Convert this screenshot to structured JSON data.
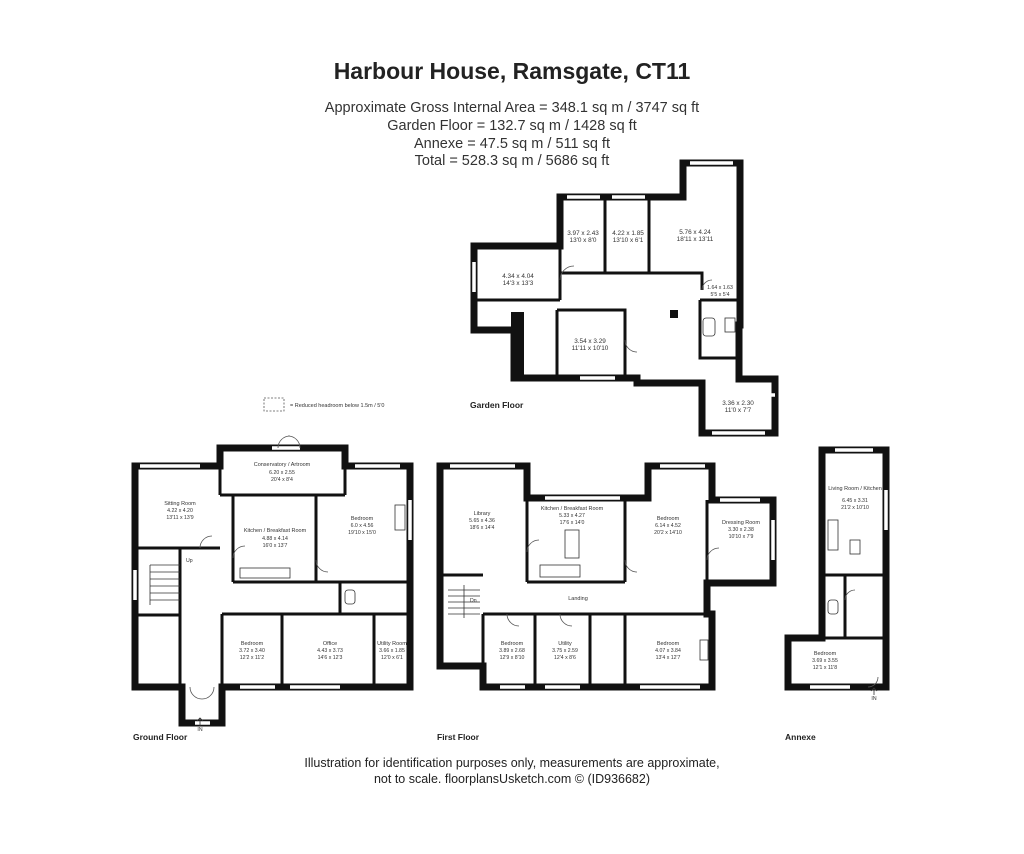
{
  "header": {
    "title": "Harbour House, Ramsgate, CT11",
    "area_lines": [
      "Approximate Gross Internal Area = 348.1 sq m / 3747 sq ft",
      "Garden Floor = 132.7 sq m / 1428 sq ft",
      "Annexe = 47.5 sq m / 511 sq ft",
      "Total = 528.3 sq m / 5686 sq ft"
    ]
  },
  "legend": {
    "reduced_headroom": "= Reduced headroom below 1.5m / 5'0"
  },
  "floors": {
    "garden": {
      "label": "Garden Floor",
      "rooms": [
        {
          "dim_m": "3.97 x 2.43",
          "dim_ft": "13'0 x 8'0"
        },
        {
          "dim_m": "4.22 x 1.85",
          "dim_ft": "13'10 x 6'1"
        },
        {
          "dim_m": "5.76 x 4.24",
          "dim_ft": "18'11 x 13'11"
        },
        {
          "dim_m": "4.34 x 4.04",
          "dim_ft": "14'3 x 13'3"
        },
        {
          "dim_m": "1.64 x 1.63",
          "dim_ft": "5'5 x 5'4"
        },
        {
          "dim_m": "3.54 x 3.29",
          "dim_ft": "11'11 x 10'10"
        },
        {
          "dim_m": "3.36 x 2.30",
          "dim_ft": "11'0 x 7'7"
        }
      ]
    },
    "ground": {
      "label": "Ground Floor",
      "entrance": "IN",
      "up": "Up",
      "rooms": [
        {
          "name": "Conservatory / Artroom",
          "dim_m": "6.20 x 2.55",
          "dim_ft": "20'4 x 8'4"
        },
        {
          "name": "Sitting Room",
          "dim_m": "4.22 x 4.20",
          "dim_ft": "13'11 x 13'9"
        },
        {
          "name": "Kitchen / Breakfast Room",
          "dim_m": "4.88 x 4.14",
          "dim_ft": "16'0 x 13'7"
        },
        {
          "name": "Bedroom",
          "dim_m": "6.0 x 4.56",
          "dim_ft": "19'10 x 15'0"
        },
        {
          "name": "Bedroom",
          "dim_m": "3.72 x 3.40",
          "dim_ft": "12'2 x 11'2"
        },
        {
          "name": "Office",
          "dim_m": "4.43 x 3.73",
          "dim_ft": "14'6 x 12'3"
        },
        {
          "name": "Utility Room",
          "dim_m": "3.66 x 1.85",
          "dim_ft": "12'0 x 6'1"
        }
      ]
    },
    "first": {
      "label": "First Floor",
      "landing": "Landing",
      "dn": "Dn",
      "rooms": [
        {
          "name": "Library",
          "dim_m": "5.65 x 4.36",
          "dim_ft": "18'6 x 14'4"
        },
        {
          "name": "Kitchen / Breakfast Room",
          "dim_m": "5.33 x 4.27",
          "dim_ft": "17'6 x 14'0"
        },
        {
          "name": "Bedroom",
          "dim_m": "6.14 x 4.52",
          "dim_ft": "20'2 x 14'10"
        },
        {
          "name": "Dressing Room",
          "dim_m": "3.30 x 2.38",
          "dim_ft": "10'10 x 7'9"
        },
        {
          "name": "Bedroom",
          "dim_m": "3.89 x 2.68",
          "dim_ft": "12'9 x 8'10"
        },
        {
          "name": "Utility",
          "dim_m": "3.75 x 2.59",
          "dim_ft": "12'4 x 8'6"
        },
        {
          "name": "Bedroom",
          "dim_m": "4.07 x 3.84",
          "dim_ft": "13'4 x 12'7"
        }
      ]
    },
    "annexe": {
      "label": "Annexe",
      "entrance": "IN",
      "rooms": [
        {
          "name": "Living Room / Kitchen",
          "dim_m": "6.45 x 3.31",
          "dim_ft": "21'2 x 10'10"
        },
        {
          "name": "Bedroom",
          "dim_m": "3.69 x 3.55",
          "dim_ft": "12'1 x 11'8"
        }
      ]
    }
  },
  "footer": {
    "line1": "Illustration for identification purposes only, measurements are approximate,",
    "line2": "not to scale. floorplansUsketch.com © (ID936682)"
  },
  "colors": {
    "wall": "#111111",
    "text": "#222222",
    "background": "#ffffff"
  }
}
